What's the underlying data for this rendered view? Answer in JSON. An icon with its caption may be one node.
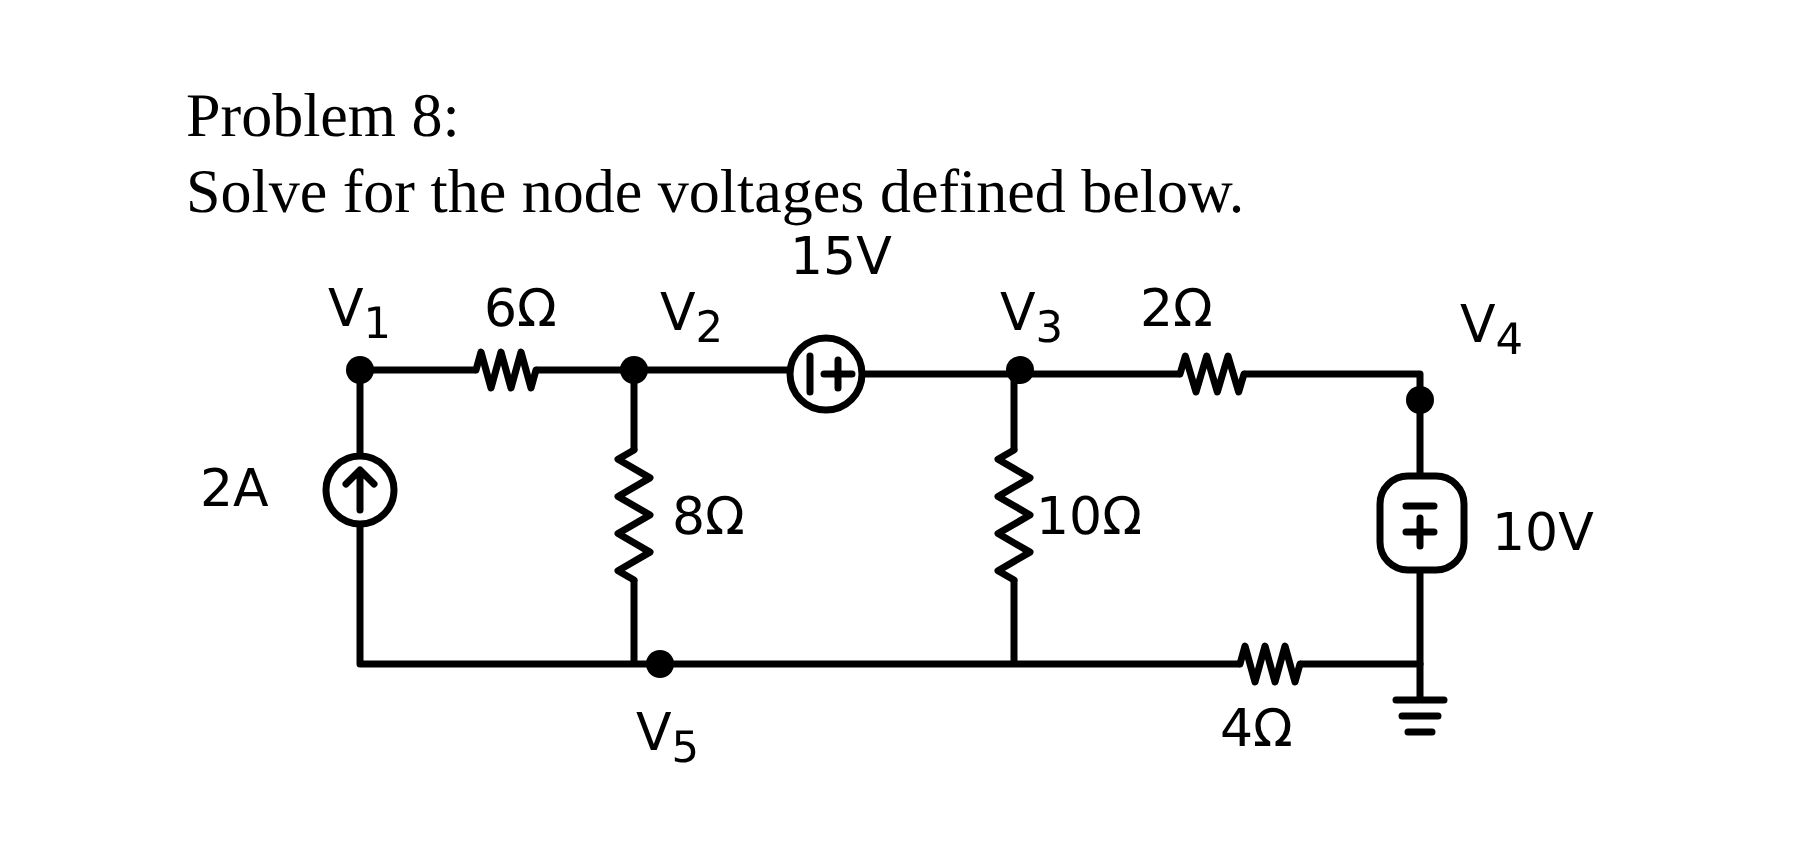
{
  "diagram": {
    "title": "Problem 8:",
    "labels": [
      "Solve for the node voltages defined below.",
      "V$_{1}$",
      "6Ω",
      "V$_{2}$",
      "15V",
      "V$_{3}$",
      "2Ω",
      "V$_{4}$",
      "2A",
      "8Ω",
      "10Ω",
      "10V",
      "V$_{5}$",
      "4Ω"
    ]
  }
}
